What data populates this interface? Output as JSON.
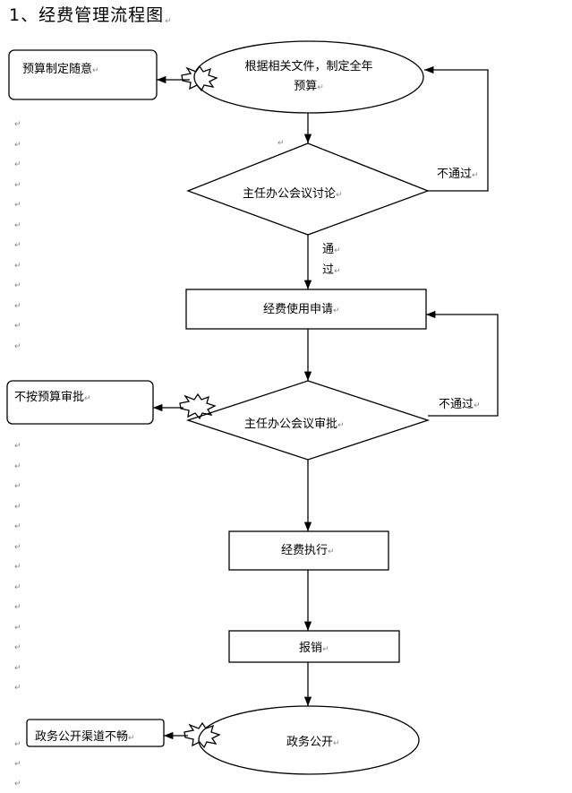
{
  "title": "1、经费管理流程图",
  "paragraph_mark": "↵",
  "nodes": {
    "start": "根据相关文件，制定全年预算",
    "start_line1": "根据相关文件，制定全年",
    "start_line2": "预算",
    "review": "主任办公会议讨论",
    "apply": "经费使用申请",
    "approve": "主任办公会议审批",
    "execute": "经费执行",
    "reimburse": "报销",
    "disclose": "政务公开"
  },
  "risks": {
    "r1": "预算制定随意",
    "r2": "不按预算审批",
    "r3": "政务公开渠道不畅"
  },
  "edges": {
    "reject1": "不通过",
    "reject2": "不通过",
    "pass_line1": "通",
    "pass_line2": "过"
  }
}
